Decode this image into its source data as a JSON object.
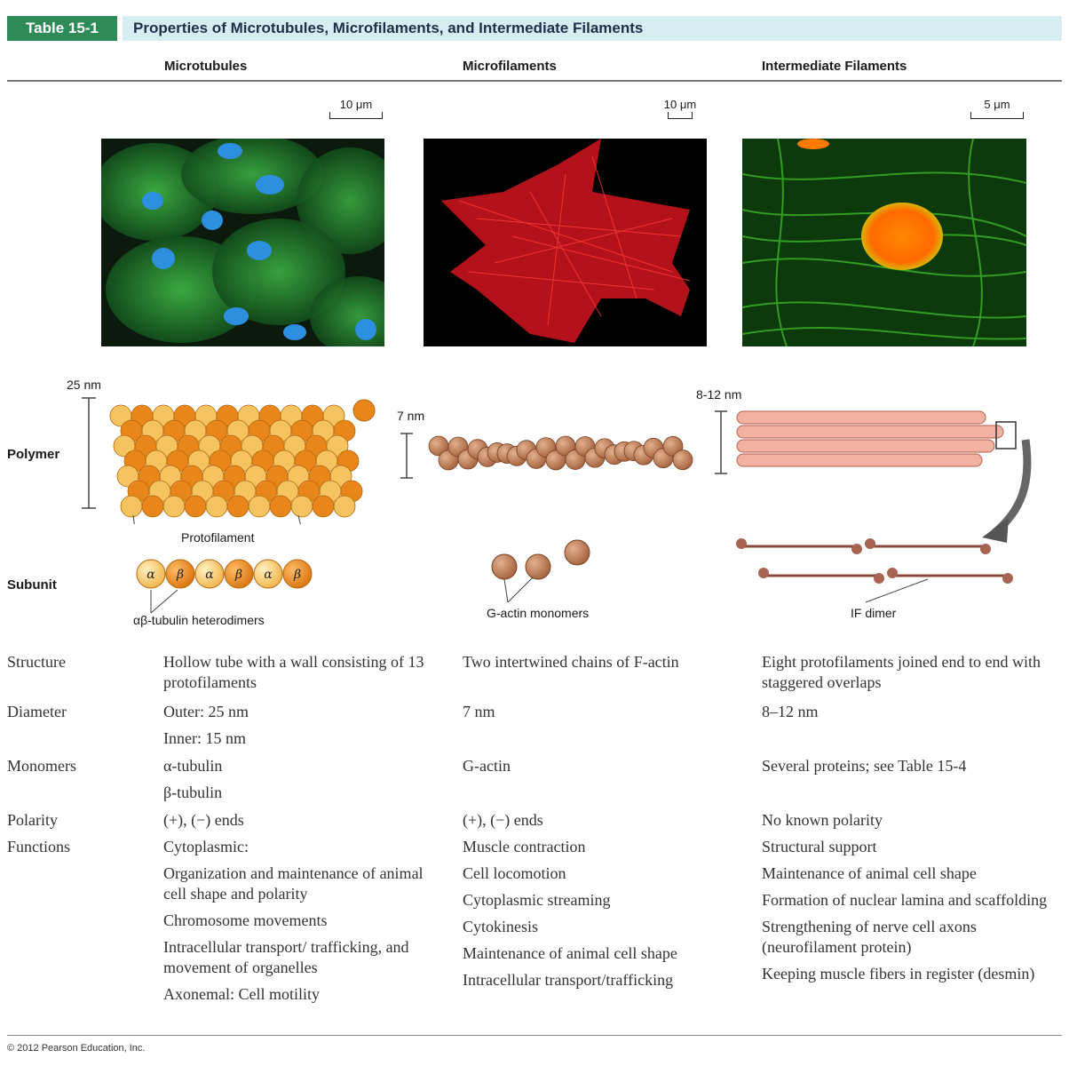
{
  "header": {
    "tag": "Table 15-1",
    "title": "Properties of Microtubules, Microfilaments, and Intermediate Filaments"
  },
  "columns": [
    "Microtubules",
    "Microfilaments",
    "Intermediate Filaments"
  ],
  "scale_bars": [
    "10 μm",
    "10 μm",
    "5 μm"
  ],
  "diagram": {
    "row_polymer": "Polymer",
    "row_subunit": "Subunit",
    "mt_diameter": "25 nm",
    "mf_diameter": "7 nm",
    "if_diameter": "8-12 nm",
    "protofilament": "Protofilament",
    "alpha": "α",
    "beta": "β",
    "mt_subunit": "αβ-tubulin heterodimers",
    "mf_subunit": "G-actin monomers",
    "if_subunit": "IF dimer"
  },
  "rows": [
    {
      "label": "Structure",
      "c1": [
        "Hollow tube with a wall consisting of 13 protofilaments"
      ],
      "c2": [
        "Two intertwined chains of F-actin"
      ],
      "c3": [
        "Eight protofilaments joined end to end with staggered overlaps"
      ]
    },
    {
      "label": "Diameter",
      "c1": [
        "Outer: 25 nm",
        "Inner: 15 nm"
      ],
      "c2": [
        "7 nm"
      ],
      "c3": [
        "8–12 nm"
      ]
    },
    {
      "label": "Monomers",
      "c1": [
        "α-tubulin",
        "β-tubulin"
      ],
      "c2": [
        "G-actin"
      ],
      "c3": [
        "Several proteins; see Table 15-4"
      ]
    },
    {
      "label": "Polarity",
      "c1": [
        "(+), (−) ends"
      ],
      "c2": [
        "(+), (−) ends"
      ],
      "c3": [
        "No known polarity"
      ]
    },
    {
      "label": "Functions",
      "c1": [
        "Cytoplasmic:",
        "Organization and maintenance of animal cell shape and polarity",
        "Chromosome movements",
        "Intracellular transport/ trafficking, and movement of organelles",
        "Axonemal: Cell motility"
      ],
      "c2": [
        "Muscle contraction",
        "Cell locomotion",
        "Cytoplasmic streaming",
        "Cytokinesis",
        "Maintenance of animal cell shape",
        "Intracellular transport/trafficking"
      ],
      "c3": [
        "Structural support",
        "Maintenance of animal cell shape",
        "Formation of nuclear lamina and scaffolding",
        "Strengthening of nerve cell axons (neurofilament protein)",
        "Keeping muscle fibers in register (desmin)"
      ]
    }
  ],
  "footer": "© 2012 Pearson Education, Inc."
}
